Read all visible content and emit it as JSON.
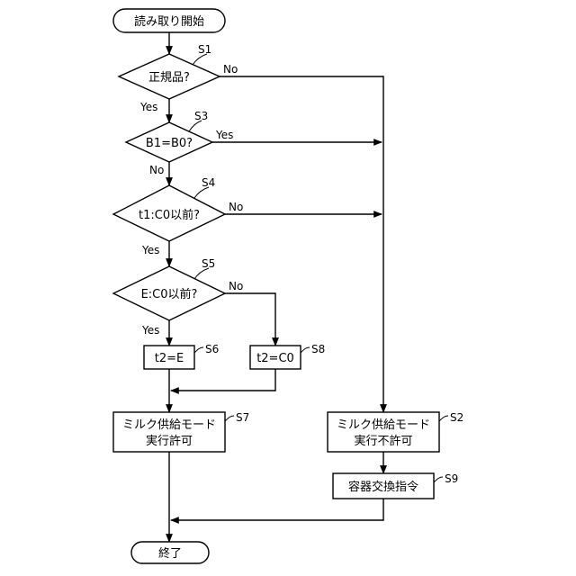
{
  "start": "読み取り開始",
  "end": "終了",
  "steps": {
    "s1": {
      "label": "正規品?",
      "id": "S1"
    },
    "s3": {
      "label": "B1=B0?",
      "id": "S3"
    },
    "s4": {
      "label": "t1:C0以前?",
      "id": "S4"
    },
    "s5": {
      "label": "E:C0以前?",
      "id": "S5"
    },
    "s6": {
      "label": "t2=E",
      "id": "S6"
    },
    "s8": {
      "label": "t2=C0",
      "id": "S8"
    },
    "s7": {
      "line1": "ミルク供給モード",
      "line2": "実行許可",
      "id": "S7"
    },
    "s2": {
      "line1": "ミルク供給モード",
      "line2": "実行不許可",
      "id": "S2"
    },
    "s9": {
      "label": "容器交換指令",
      "id": "S9"
    }
  },
  "branches": {
    "s1_yes": "Yes",
    "s1_no": "No",
    "s3_yes": "Yes",
    "s3_no": "No",
    "s4_yes": "Yes",
    "s4_no": "No",
    "s5_yes": "Yes",
    "s5_no": "No"
  }
}
